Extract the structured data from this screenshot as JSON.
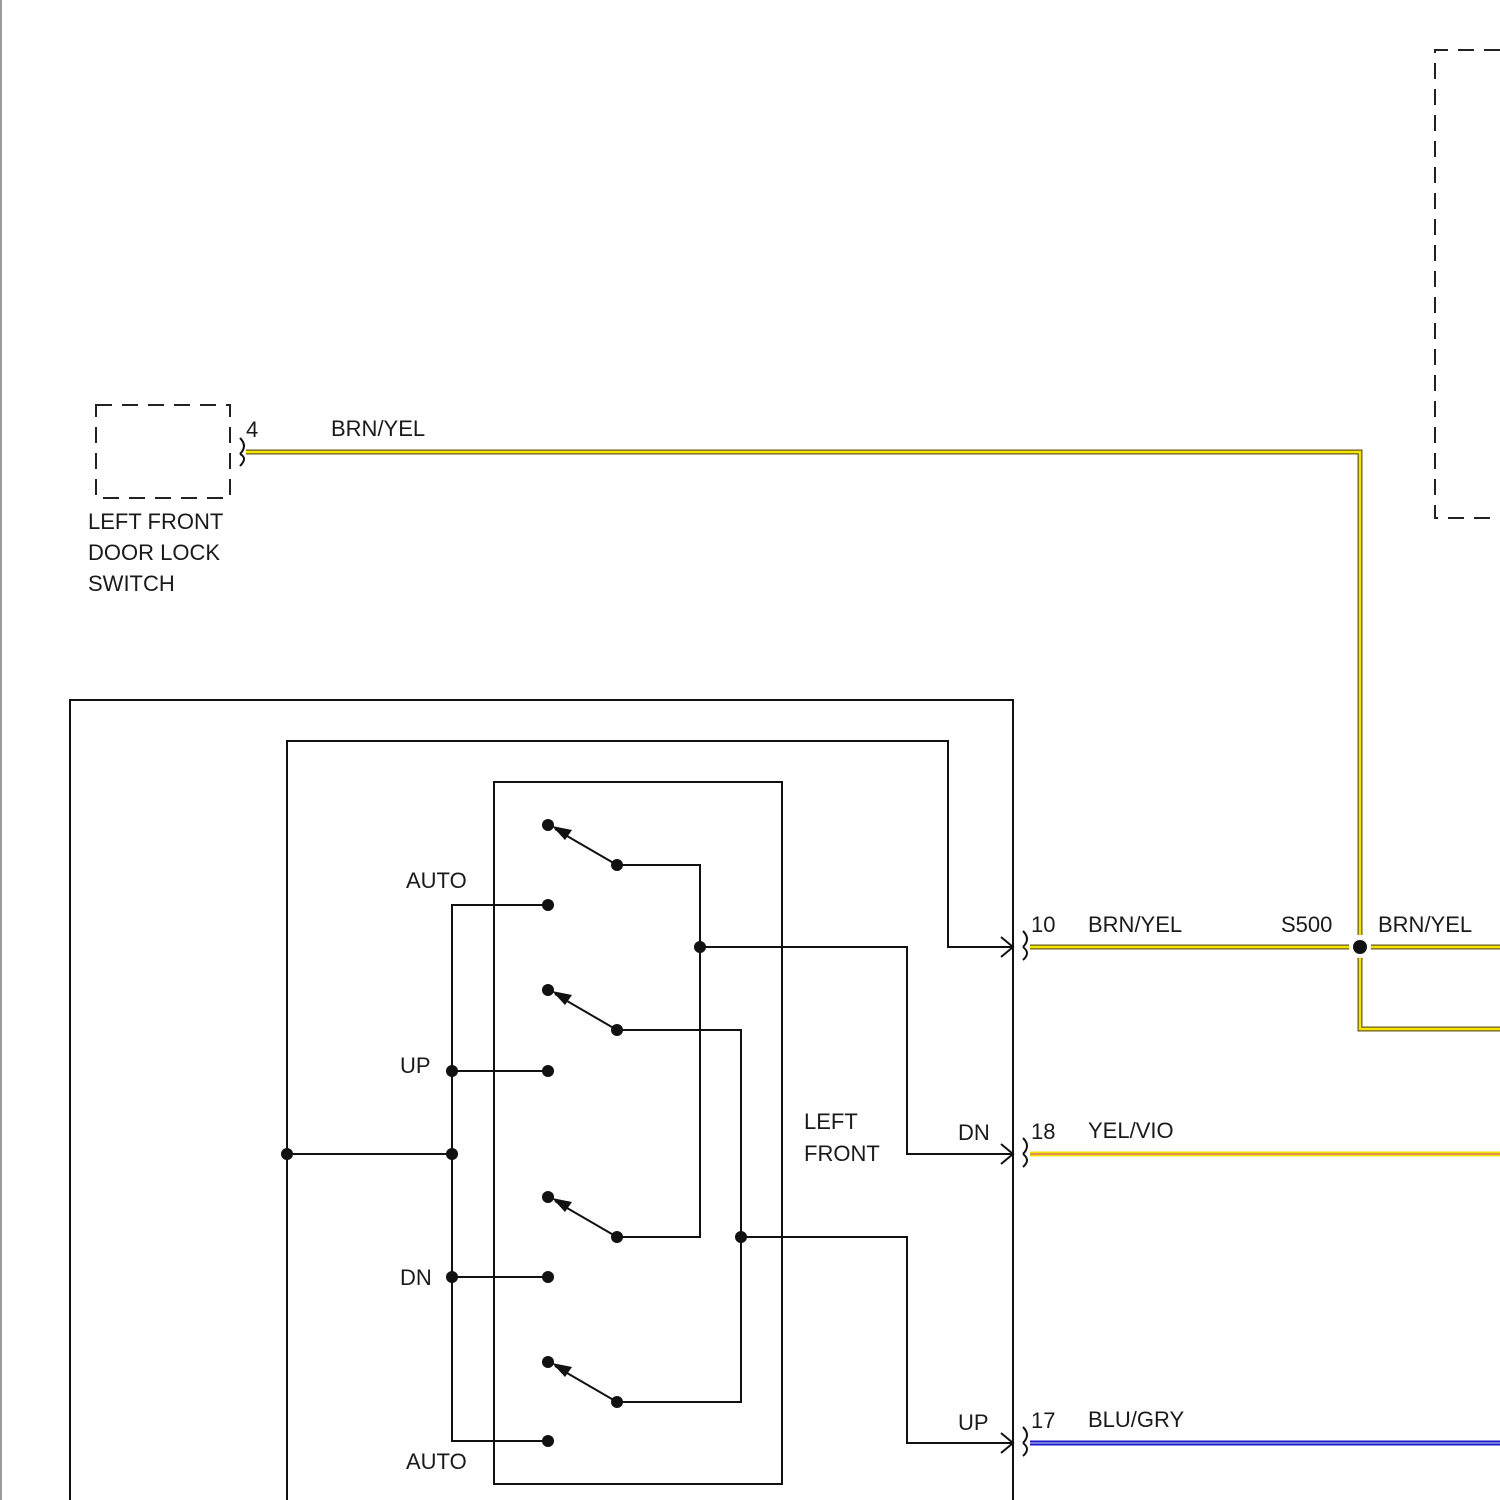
{
  "components": {
    "door_lock_switch": {
      "lines": [
        "LEFT FRONT",
        "DOOR LOCK",
        "SWITCH"
      ],
      "pin": "4"
    },
    "window_switch": {
      "lines": [
        "LEFT",
        "FRONT"
      ]
    }
  },
  "switch_labels": {
    "auto_top": "AUTO",
    "up": "UP",
    "dn": "DN",
    "auto_bottom": "AUTO",
    "out_dn": "DN",
    "out_up": "UP"
  },
  "wires": {
    "lock_switch": {
      "color_code": "BRN/YEL"
    },
    "pin10": {
      "pin": "10",
      "color_code": "BRN/YEL"
    },
    "splice": {
      "id": "S500",
      "color_code": "BRN/YEL"
    },
    "pin18": {
      "pin": "18",
      "color_code": "YEL/VIO"
    },
    "pin17": {
      "pin": "17",
      "color_code": "BLU/GRY"
    }
  },
  "colors": {
    "brn_yel_base": "#6b5a1e",
    "brn_yel_stripe": "#f2e600",
    "yel_vio_base": "#f2e600",
    "yel_vio_stripe": "#e07070",
    "blu_gry_base": "#1a1acc",
    "blu_gry_stripe": "#9a9ae0"
  }
}
